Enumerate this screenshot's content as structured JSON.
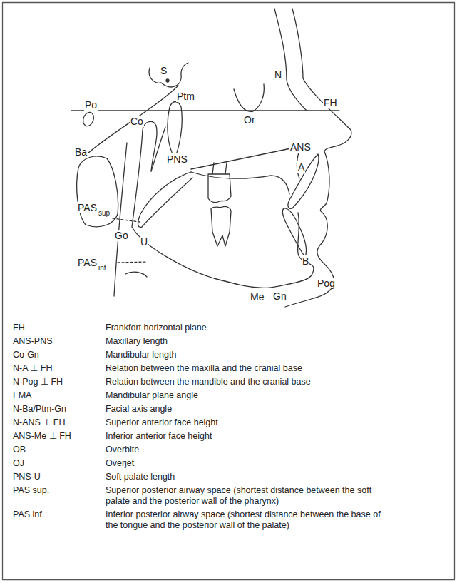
{
  "diagram": {
    "labels": [
      "S",
      "N",
      "Po",
      "Ptm",
      "Or",
      "FH",
      "Co",
      "Ba",
      "PNS",
      "ANS",
      "A",
      "PAS",
      "sup",
      "Go",
      "U",
      "PAS",
      "inf",
      "B",
      "Pog",
      "Me",
      "Gn",
      "FH",
      "Frankfort horizontal plane",
      "ANS-PNS",
      "Maxillary length",
      "Co-Gn",
      "Mandibular length",
      "N-A ⊥ FH",
      "Relation between the maxilla and the cranial base",
      "N-Pog ⊥ FH",
      "Relation between the mandible and the cranial base",
      "FMA",
      "Mandibular plane angle",
      "N-Ba/Ptm-Gn",
      "Facial axis angle",
      "N-ANS ⊥ FH",
      "Superior anterior face height",
      "ANS-Me ⊥ FH",
      "Inferior anterior face height",
      "OB",
      "Overbite",
      "OJ",
      "Overjet",
      "PNS-U",
      "Soft palate length",
      "PAS sup.",
      "Superior posterior airway space (shortest distance between the soft palate and the posterior wall of the pharynx)",
      "PAS inf.",
      "Inferior posterior airway space (shortest distance between the base of the tongue and the posterior wall of the palate)"
    ]
  }
}
